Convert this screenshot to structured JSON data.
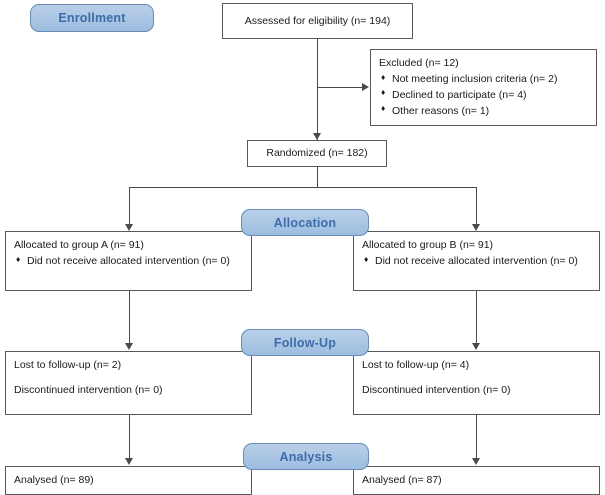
{
  "diagram": {
    "type": "consort-flow-diagram",
    "colors": {
      "pill_fill": "#a8c4e0",
      "pill_border": "#6a8db5",
      "pill_text": "#3d6ca8",
      "box_border": "#595959",
      "connector": "#4a4a4a",
      "background": "#ffffff"
    }
  },
  "stages": {
    "enrollment": "Enrollment",
    "allocation": "Allocation",
    "followup": "Follow-Up",
    "analysis": "Analysis"
  },
  "enrollment": {
    "assessed": "Assessed for eligibility (n= 194)",
    "excluded_title": "Excluded (n= 12)",
    "excluded_reasons": [
      "Not meeting inclusion criteria (n= 2)",
      "Declined to participate (n= 4)",
      "Other reasons (n= 1)"
    ],
    "randomized": "Randomized (n= 182)"
  },
  "arms": [
    {
      "allocation_title": "Allocated to group A (n= 91)",
      "allocation_notes": [
        "Did not receive allocated intervention (n= 0)"
      ],
      "followup_lost": "Lost to follow-up (n= 2)",
      "followup_discontinued": "Discontinued intervention (n= 0)",
      "analysed": "Analysed (n= 89)"
    },
    {
      "allocation_title": "Allocated to group B (n= 91)",
      "allocation_notes": [
        "Did not receive allocated intervention (n= 0)"
      ],
      "followup_lost": "Lost to follow-up (n= 4)",
      "followup_discontinued": "Discontinued intervention (n= 0)",
      "analysed": "Analysed (n= 87)"
    }
  ]
}
